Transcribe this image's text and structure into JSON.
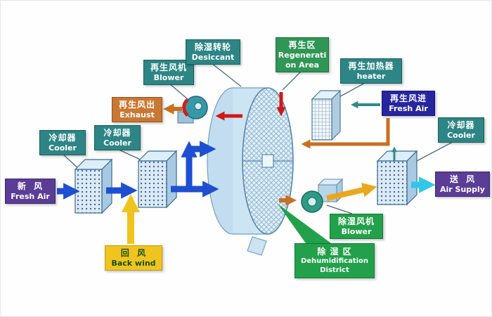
{
  "labels": {
    "desiccant_wheel": {
      "lines": [
        "除湿转轮",
        "Desiccant"
      ]
    },
    "regeneration_area": {
      "lines": [
        "再生区",
        "Regenerati",
        "on Area"
      ]
    },
    "regen_blower": {
      "lines": [
        "再生风机",
        "Blower"
      ]
    },
    "regen_heater": {
      "lines": [
        "再生加热器",
        "heater"
      ]
    },
    "regen_exhaust": {
      "lines": [
        "再生风出",
        "Exhaust"
      ]
    },
    "regen_fresh_air": {
      "lines": [
        "再生风进",
        "Fresh Air"
      ]
    },
    "cooler_left_1": {
      "lines": [
        "冷却器",
        "Cooler"
      ]
    },
    "cooler_left_2": {
      "lines": [
        "冷却器",
        "Cooler"
      ]
    },
    "cooler_right": {
      "lines": [
        "冷却器",
        "Cooler"
      ]
    },
    "fresh_air_in": {
      "lines": [
        "新  风",
        "Fresh Air"
      ]
    },
    "air_supply": {
      "lines": [
        "送  风",
        "Air Supply"
      ]
    },
    "supply_blower": {
      "lines": [
        "除湿风机",
        "Blower"
      ]
    },
    "back_wind": {
      "lines": [
        "回  风",
        "Back wind"
      ]
    },
    "dehumidification_district": {
      "lines": [
        "除 湿 区",
        "Dehumidification",
        "District"
      ]
    }
  },
  "colors": {
    "teal_label": "#2e8585",
    "green_label": "#22a04a",
    "regen_area_green": "#2f9655",
    "purple_label": "#5b3d96",
    "orange_label": "#c87832",
    "yellow_label": "#f0c41e",
    "dark_blue_label": "#26269e",
    "fresh_air_flow_arrow": "#1e4fd0",
    "return_air_arrow": "#f0c41e",
    "hot_regen_arrow": "#d01818",
    "regen_flow_arrow": "#c87020",
    "supply_flow_arrow": "#30c8e8",
    "blower_to_cooler_arrow": "#e8a81e",
    "wheel_fill": "#cde4f2"
  }
}
